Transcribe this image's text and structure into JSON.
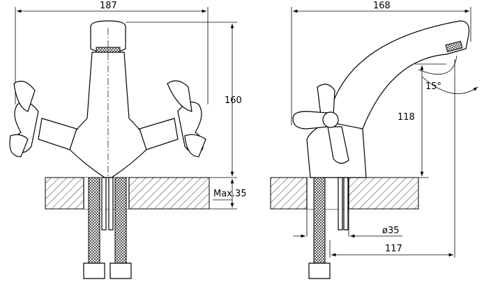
{
  "front_view": {
    "width_dim": "187",
    "height_dim": "160",
    "max_thickness_dim": "Max.35"
  },
  "side_view": {
    "length_dim": "168",
    "angle_dim": "15°",
    "spout_height_dim": "118",
    "hole_diameter_dim": "ø35",
    "reach_dim": "117"
  }
}
